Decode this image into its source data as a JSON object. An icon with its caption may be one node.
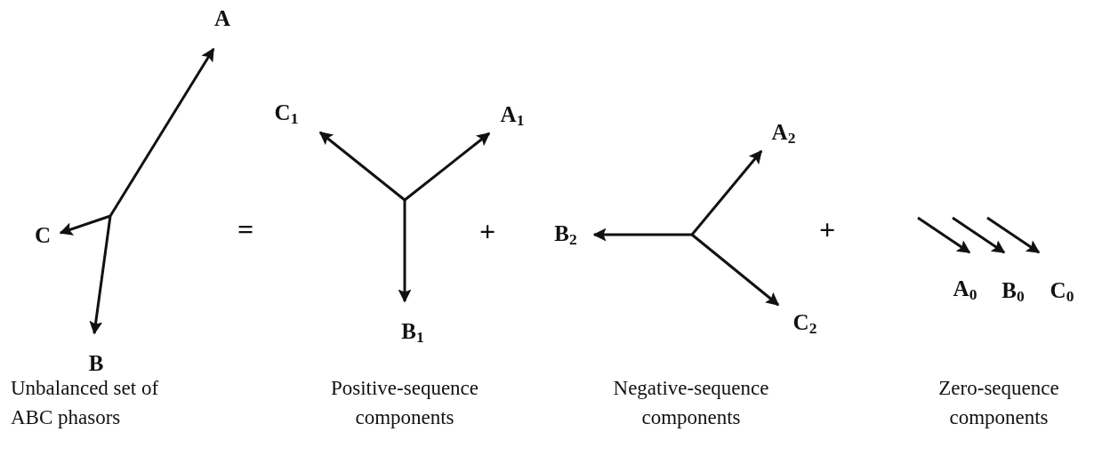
{
  "diagram": {
    "labels": [
      "A",
      "C",
      "B",
      "=",
      "C$_{1}$",
      "A$_{1}$",
      "B$_{1}$",
      "+",
      "A$_{2}$",
      "B$_{2}$",
      "C$_{2}$",
      "+",
      "A$_{0}$",
      "B$_{0}$",
      "C$_{0}$",
      "Unbalanced set of ABC phasors",
      "Positive-sequence components",
      "Negative-sequence components",
      "Zero-sequence components"
    ]
  }
}
